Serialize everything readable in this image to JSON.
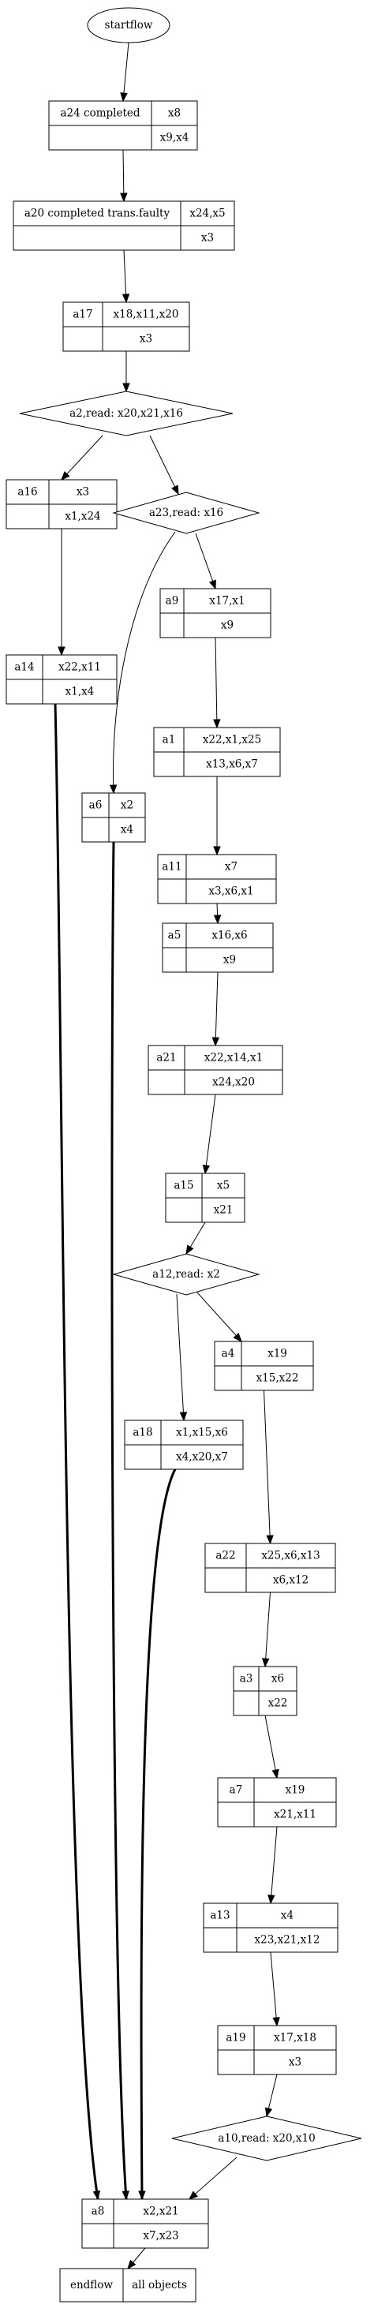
{
  "diagram": {
    "start": {
      "label": "startflow"
    },
    "nodes": [
      {
        "id": "a24",
        "label": "a24 completed",
        "top": "x8",
        "bottom": "x9,x4"
      },
      {
        "id": "a20",
        "label": "a20 completed trans.faulty",
        "top": "x24,x5",
        "bottom": "x3"
      },
      {
        "id": "a17",
        "label": "a17",
        "top": "x18,x11,x20",
        "bottom": "x3"
      },
      {
        "id": "a16",
        "label": "a16",
        "top": "x3",
        "bottom": "x1,x24"
      },
      {
        "id": "a14",
        "label": "a14",
        "top": "x22,x11",
        "bottom": "x1,x4"
      },
      {
        "id": "a9",
        "label": "a9",
        "top": "x17,x1",
        "bottom": "x9"
      },
      {
        "id": "a1",
        "label": "a1",
        "top": "x22,x1,x25",
        "bottom": "x13,x6,x7"
      },
      {
        "id": "a6",
        "label": "a6",
        "top": "x2",
        "bottom": "x4"
      },
      {
        "id": "a11",
        "label": "a11",
        "top": "x7",
        "bottom": "x3,x6,x1"
      },
      {
        "id": "a5",
        "label": "a5",
        "top": "x16,x6",
        "bottom": "x9"
      },
      {
        "id": "a21",
        "label": "a21",
        "top": "x22,x14,x1",
        "bottom": "x24,x20"
      },
      {
        "id": "a15",
        "label": "a15",
        "top": "x5",
        "bottom": "x21"
      },
      {
        "id": "a4",
        "label": "a4",
        "top": "x19",
        "bottom": "x15,x22"
      },
      {
        "id": "a18",
        "label": "a18",
        "top": "x1,x15,x6",
        "bottom": "x4,x20,x7"
      },
      {
        "id": "a22",
        "label": "a22",
        "top": "x25,x6,x13",
        "bottom": "x6,x12"
      },
      {
        "id": "a3",
        "label": "a3",
        "top": "x6",
        "bottom": "x22"
      },
      {
        "id": "a7",
        "label": "a7",
        "top": "x19",
        "bottom": "x21,x11"
      },
      {
        "id": "a13",
        "label": "a13",
        "top": "x4",
        "bottom": "x23,x21,x12"
      },
      {
        "id": "a19",
        "label": "a19",
        "top": "x17,x18",
        "bottom": "x3"
      },
      {
        "id": "a8",
        "label": "a8",
        "top": "x2,x21",
        "bottom": "x7,x23"
      }
    ],
    "decisions": [
      {
        "id": "a2",
        "label": "a2,read: x20,x21,x16"
      },
      {
        "id": "a23",
        "label": "a23,read: x16"
      },
      {
        "id": "a12",
        "label": "a12,read: x2"
      },
      {
        "id": "a10",
        "label": "a10,read: x20,x10"
      }
    ],
    "end": {
      "label": "endflow",
      "value": "all objects"
    }
  }
}
